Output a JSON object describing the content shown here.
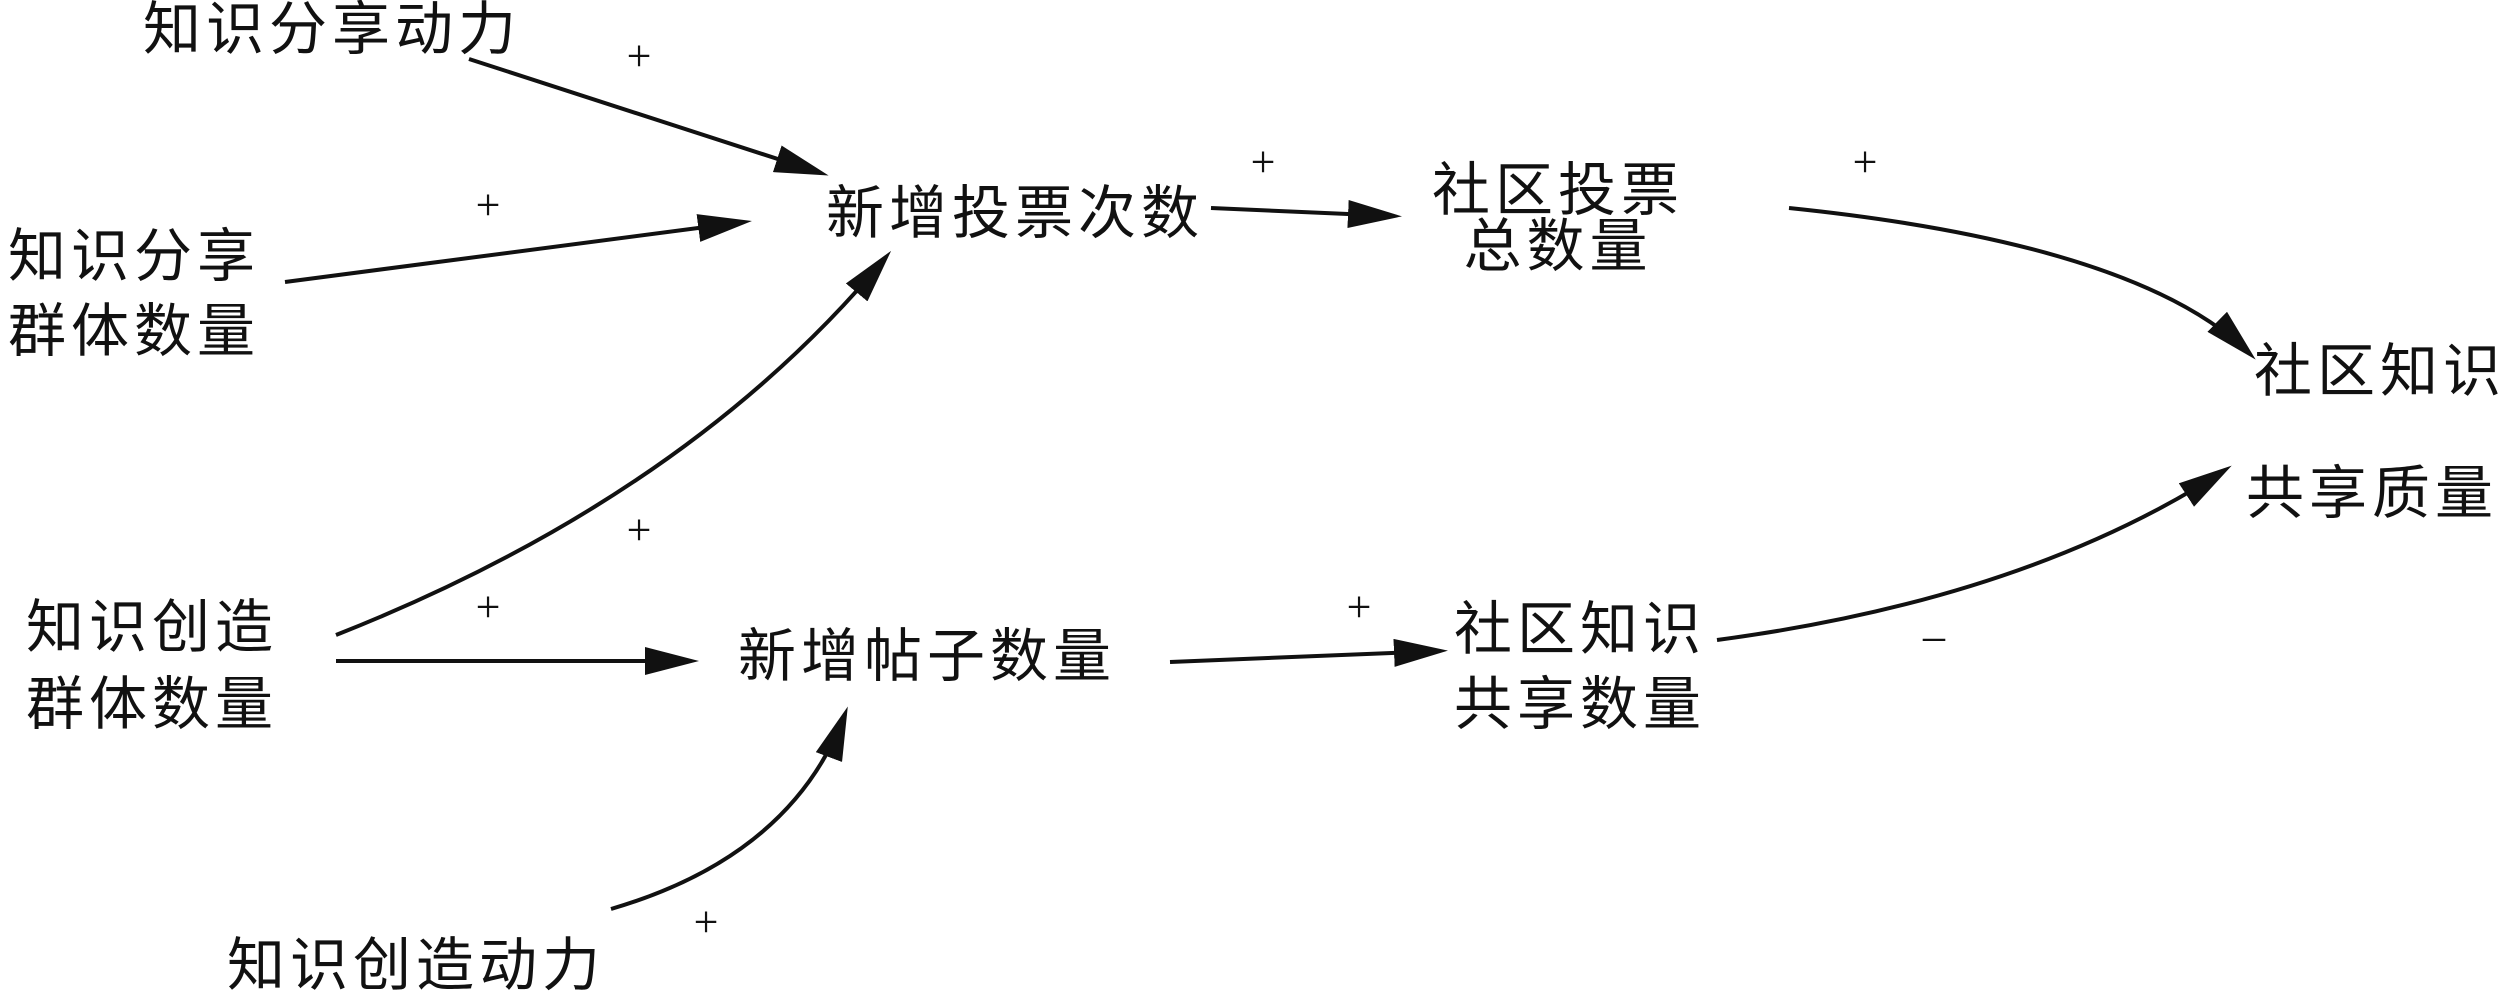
{
  "diagram": {
    "nodes": {
      "knowledge_sharing_motivation": {
        "lines": [
          "知识分享动力"
        ]
      },
      "knowledge_sharing_group_size": {
        "lines": [
          "知识分享",
          "群体数量"
        ]
      },
      "new_votes": {
        "lines": [
          "新增投票次数"
        ]
      },
      "total_community_votes": {
        "lines": [
          "社区投票",
          "总数量"
        ]
      },
      "community_knowledge_sharing_quality": {
        "lines": [
          "社区知识",
          "共享质量"
        ]
      },
      "knowledge_creation_group_size": {
        "lines": [
          "知识创造",
          "群体数量"
        ]
      },
      "new_posts": {
        "lines": [
          "新增帖子数量"
        ]
      },
      "community_knowledge_sharing_count": {
        "lines": [
          "社区知识",
          "共享数量"
        ]
      },
      "knowledge_creation_motivation": {
        "lines": [
          "知识创造动力"
        ]
      }
    },
    "link_polarities": {
      "sharing_motivation_to_new_votes": "+",
      "sharing_group_to_new_votes": "+",
      "creation_group_to_new_votes": "+",
      "creation_group_to_new_posts": "+",
      "creation_motivation_to_new_posts": "+",
      "new_votes_to_total_votes": "+",
      "total_votes_to_quality": "+",
      "new_posts_to_sharing_count": "+",
      "sharing_count_to_quality": "–"
    }
  },
  "colors": {
    "ink": "#111111",
    "background": "#ffffff"
  }
}
